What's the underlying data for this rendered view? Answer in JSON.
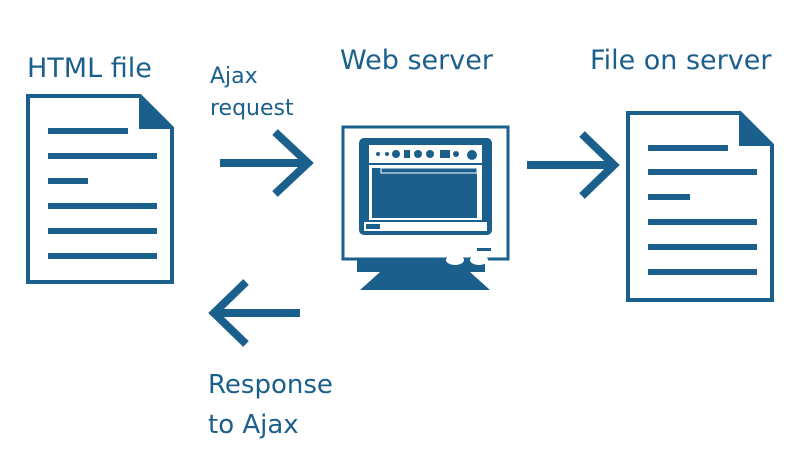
{
  "labels": {
    "html_file": "HTML file",
    "ajax_request_1": "Ajax",
    "ajax_request_2": "request",
    "web_server": "Web server",
    "file_on_server": "File on server",
    "response_1": "Response",
    "response_2": "to Ajax"
  },
  "colors": {
    "primary": "#1b5f8c",
    "background": "#ffffff"
  },
  "icons": [
    "document-icon",
    "arrow-right-icon",
    "monitor-icon",
    "arrow-right-icon",
    "document-icon",
    "arrow-left-icon"
  ]
}
